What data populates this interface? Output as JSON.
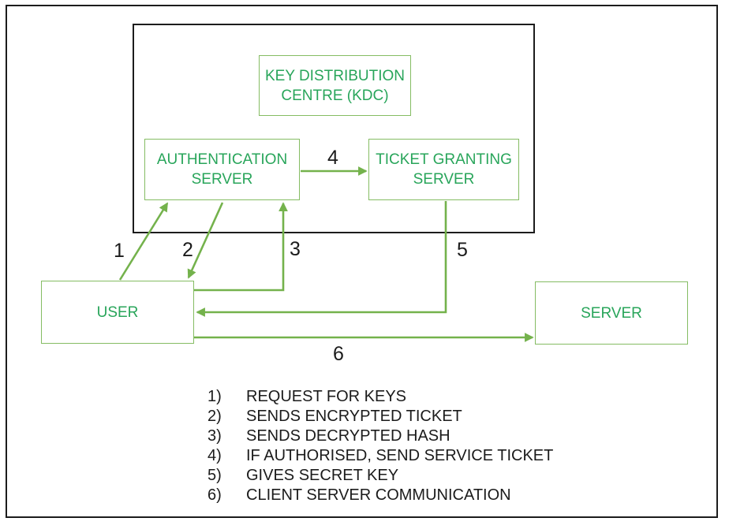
{
  "boxes": {
    "kdc": "KEY DISTRIBUTION CENTRE (KDC)",
    "auth_server": "AUTHENTICATION SERVER",
    "ticket_granting_server": "TICKET GRANTING SERVER",
    "user": "USER",
    "server": "SERVER"
  },
  "arrow_labels": {
    "step1": "1",
    "step2": "2",
    "step3": "3",
    "step4": "4",
    "step5": "5",
    "step6": "6"
  },
  "legend": {
    "items": [
      {
        "num": "1)",
        "text": "REQUEST FOR KEYS"
      },
      {
        "num": "2)",
        "text": "SENDS ENCRYPTED TICKET"
      },
      {
        "num": "3)",
        "text": "SENDS DECRYPTED HASH"
      },
      {
        "num": "4)",
        "text": "IF AUTHORISED, SEND SERVICE TICKET"
      },
      {
        "num": "5)",
        "text": "GIVES SECRET KEY"
      },
      {
        "num": "6)",
        "text": "CLIENT SERVER COMMUNICATION"
      }
    ]
  },
  "colors": {
    "box_text_green": "#28A55A",
    "line_green": "#74B24C",
    "box_border_green": "#85BC63",
    "frame_black": "#1c1c1c"
  }
}
